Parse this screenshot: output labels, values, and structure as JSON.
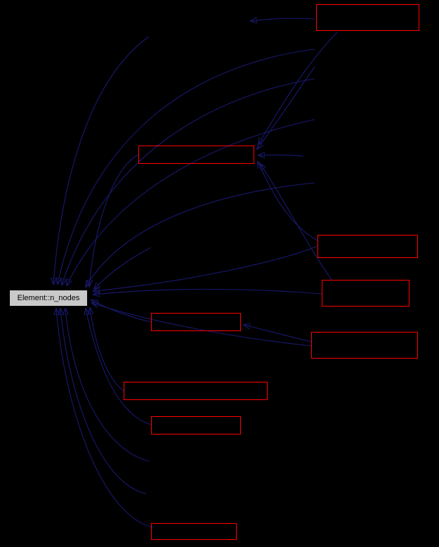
{
  "diagram": {
    "type": "reference-graph",
    "center_node": {
      "label": "Element::n_nodes"
    },
    "nodes": [
      {
        "id": "node-1",
        "label": ""
      },
      {
        "id": "node-2",
        "label": ""
      },
      {
        "id": "node-3",
        "label": ""
      },
      {
        "id": "node-4",
        "label": ""
      },
      {
        "id": "node-5",
        "label": ""
      },
      {
        "id": "node-6",
        "label": ""
      },
      {
        "id": "node-7",
        "label": ""
      },
      {
        "id": "node-8",
        "label": ""
      },
      {
        "id": "node-9",
        "label": ""
      }
    ],
    "colors": {
      "background": "#000000",
      "edge": "#191970",
      "node_border": "#ff0000",
      "center_fill": "#c9c9c9",
      "center_border": "#000000",
      "center_text": "#000000"
    }
  }
}
